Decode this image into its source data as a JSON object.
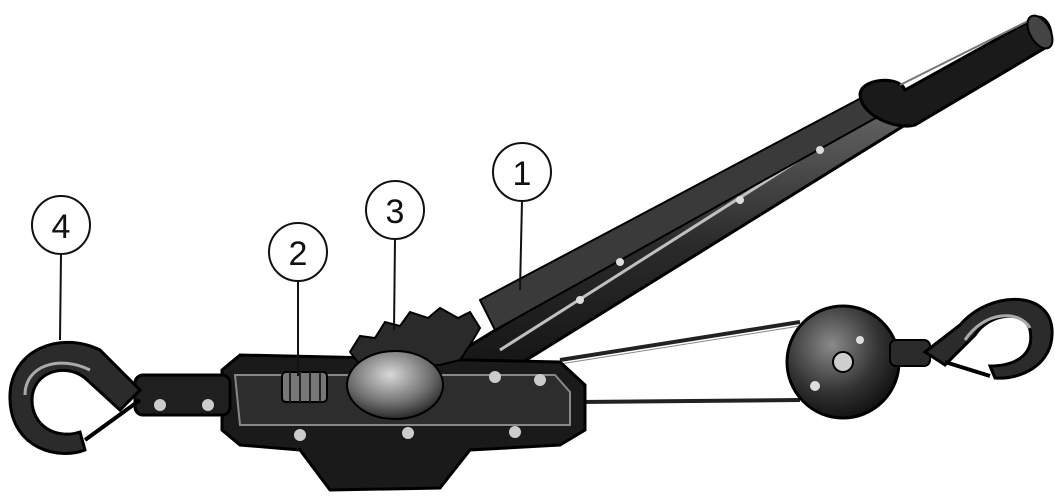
{
  "figure": {
    "callouts": [
      {
        "id": "1",
        "label": "1"
      },
      {
        "id": "2",
        "label": "2"
      },
      {
        "id": "3",
        "label": "3"
      },
      {
        "id": "4",
        "label": "4"
      }
    ]
  },
  "colors": {
    "ink": "#111111",
    "metal_dark": "#1c1c1c",
    "metal_mid": "#555555",
    "metal_light": "#9a9a9a",
    "background": "#ffffff"
  }
}
